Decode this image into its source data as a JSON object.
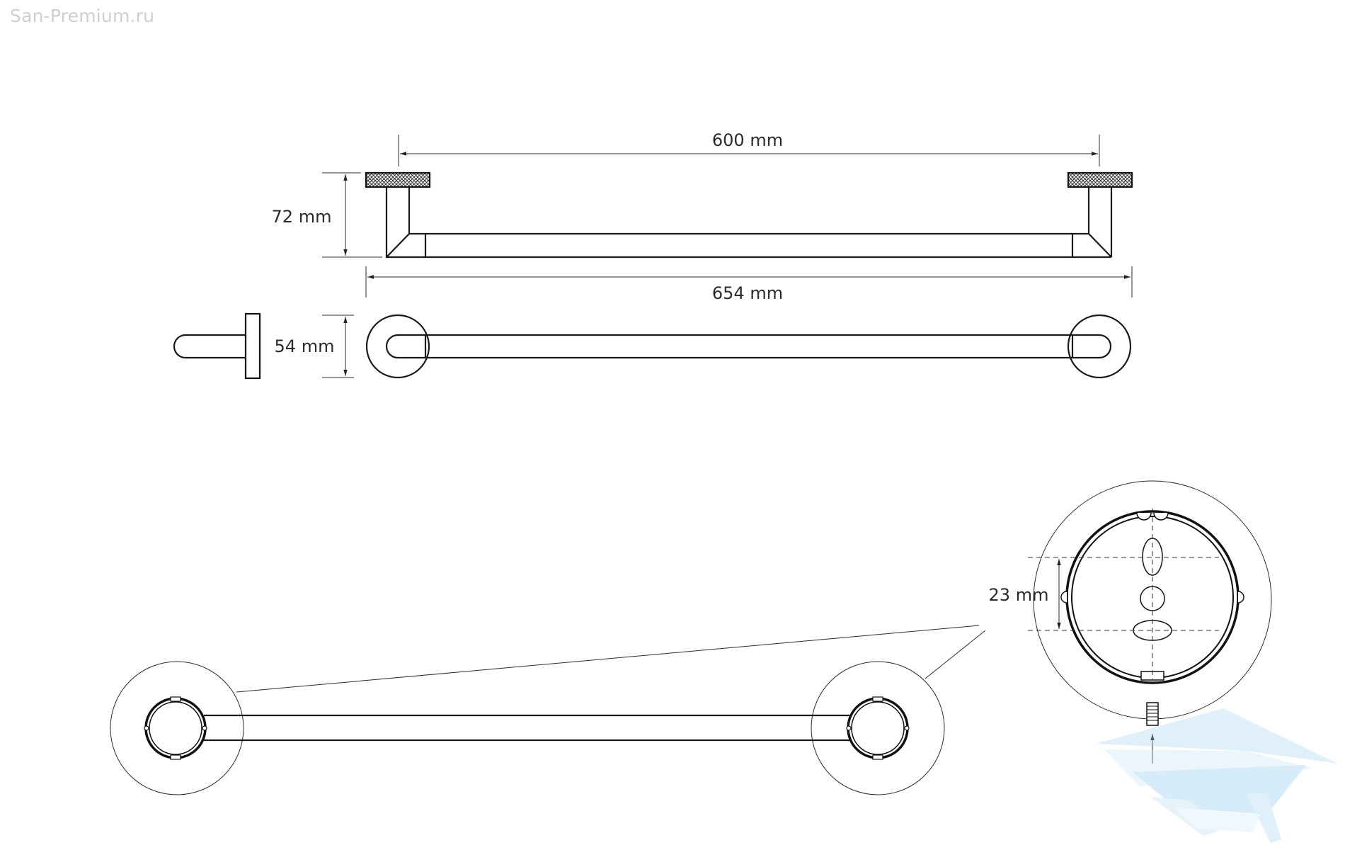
{
  "watermark": "San-Premium.ru",
  "dimensions": {
    "width_between_mounts": "600 mm",
    "total_length": "654 mm",
    "projection": "72 mm",
    "rosette_diameter": "54 mm",
    "screw_hole_spacing": "23 mm"
  }
}
